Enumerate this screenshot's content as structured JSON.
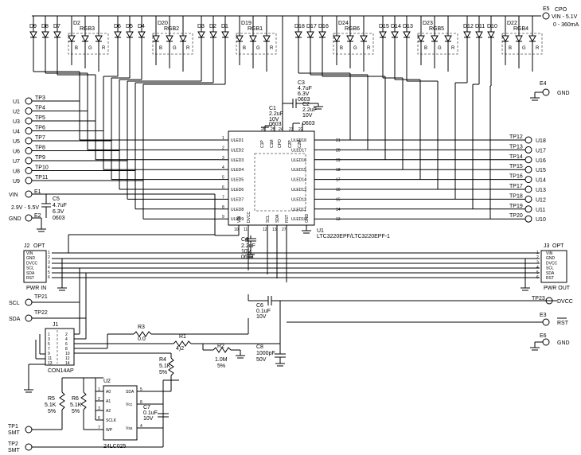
{
  "header": {
    "e5": "E5",
    "cpo": "CPO",
    "cpo_vin": "VIN - 5.1V",
    "cpo_current": "0 - 360mA",
    "e4": "E4",
    "gnd1": "GND"
  },
  "led_groups": [
    {
      "ref": "D2",
      "rgb": "RGB3",
      "leds": [
        "D9",
        "D8",
        "D7"
      ]
    },
    {
      "ref": "D20",
      "rgb": "RGB2",
      "leds": [
        "D6",
        "D5",
        "D4"
      ]
    },
    {
      "ref": "D19",
      "rgb": "RGB1",
      "leds": [
        "D3",
        "D2",
        "D1"
      ]
    },
    {
      "ref": "D24",
      "rgb": "RGB6",
      "leds": [
        "D18",
        "D17",
        "D16"
      ]
    },
    {
      "ref": "D23",
      "rgb": "RGB5",
      "leds": [
        "D15",
        "D14",
        "D13"
      ]
    },
    {
      "ref": "D22",
      "rgb": "RGB4",
      "leds": [
        "D12",
        "D11",
        "D10"
      ]
    }
  ],
  "left_tps": [
    {
      "u": "U1",
      "tp": "TP3"
    },
    {
      "u": "U2",
      "tp": "TP4"
    },
    {
      "u": "U3",
      "tp": "TP5"
    },
    {
      "u": "U4",
      "tp": "TP6"
    },
    {
      "u": "U5",
      "tp": "TP7"
    },
    {
      "u": "U6",
      "tp": "TP8"
    },
    {
      "u": "U7",
      "tp": "TP9"
    },
    {
      "u": "U8",
      "tp": "TP10"
    },
    {
      "u": "U9",
      "tp": "TP11"
    }
  ],
  "right_tps": [
    {
      "u": "U18",
      "tp": "TP12"
    },
    {
      "u": "U17",
      "tp": "TP13"
    },
    {
      "u": "U16",
      "tp": "TP14"
    },
    {
      "u": "U15",
      "tp": "TP15"
    },
    {
      "u": "U14",
      "tp": "TP16"
    },
    {
      "u": "U13",
      "tp": "TP17"
    },
    {
      "u": "U12",
      "tp": "TP18"
    },
    {
      "u": "U11",
      "tp": "TP19"
    },
    {
      "u": "U10",
      "tp": "TP20"
    }
  ],
  "ic": {
    "ref": "U1",
    "part": "LTC3220EPF/LTC3220EPF-1",
    "left_pins": [
      "ULED1",
      "ULED2",
      "ULED3",
      "ULED4",
      "ULED5",
      "ULED6",
      "ULED7",
      "ULED8",
      "ULED9"
    ],
    "left_nums": [
      "1",
      "2",
      "3",
      "4",
      "5",
      "6",
      "7",
      "8",
      "9"
    ],
    "right_pins": [
      "ULED18",
      "ULED17",
      "ULED16",
      "ULED15",
      "ULED14",
      "ULED13",
      "ULED12",
      "ULED11",
      "ULED10"
    ],
    "right_nums": [
      "21",
      "20",
      "19",
      "18",
      "17",
      "16",
      "15",
      "14",
      "13"
    ],
    "top_pins": [
      "C1P",
      "C1M",
      "CPO",
      "C2P",
      "C2M"
    ],
    "top_nums": [
      "26",
      "25",
      "24",
      "23",
      "22"
    ],
    "bottom_pins": [
      "VIN",
      "DVCC",
      "SCL",
      "SDA",
      "RST",
      "GND"
    ],
    "bottom_nums": [
      "10",
      "11",
      "12",
      "13",
      "27"
    ]
  },
  "caps": {
    "c1": {
      "ref": "C1",
      "v": "2.2uF",
      "volt": "10V",
      "size": "0603"
    },
    "c2": {
      "ref": "C2",
      "v": "2.2uF",
      "volt": "10V",
      "size": "0603"
    },
    "c3": {
      "ref": "C3",
      "v": "4.7uF",
      "volt": "6.3V",
      "size": "0603"
    },
    "c4": {
      "ref": "C4",
      "v": "2.2uF",
      "volt": "10V",
      "size": "0603"
    },
    "c5": {
      "ref": "C5",
      "v": "4.7uF",
      "volt": "6.3V",
      "size": "0603"
    },
    "c6": {
      "ref": "C6",
      "v": "0.1uF",
      "volt": "10V"
    },
    "c7": {
      "ref": "C7",
      "v": "0.1uF",
      "volt": "10V"
    },
    "c8": {
      "ref": "C8",
      "v": "1000pF",
      "volt": "50V"
    }
  },
  "power": {
    "vin": "VIN",
    "e1": "E1",
    "range": "2.9V - 5.5V",
    "gnd": "GND",
    "e2": "E2"
  },
  "j2": {
    "ref": "J2",
    "opt": "OPT",
    "pins": [
      "VIN",
      "GND",
      "DVCC",
      "SCL",
      "SDA",
      "RST"
    ],
    "nums": [
      "1",
      "2",
      "3",
      "4",
      "5",
      "6"
    ],
    "label": "PWR IN"
  },
  "j3": {
    "ref": "J3",
    "opt": "OPT",
    "pins": [
      "VIN",
      "GND",
      "DVCC",
      "SCL",
      "SDA",
      "RST"
    ],
    "nums": [
      "1",
      "2",
      "3",
      "4",
      "5",
      "6"
    ],
    "label": "PWR OUT"
  },
  "bottom_left": {
    "scl": "SCL",
    "tp21": "TP21",
    "sda": "SDA",
    "tp22": "TP22",
    "j1": "J1",
    "con": "CON14AP",
    "tp1": "TP1",
    "smt1": "SMT",
    "tp2": "TP2",
    "smt2": "SMT"
  },
  "resistors": {
    "r1": {
      "ref": "R1",
      "v": "4)2"
    },
    "r2": {
      "ref": "R2",
      "v": "1.0M",
      "tol": "5%"
    },
    "r3": {
      "ref": "R3",
      "v": "0.0"
    },
    "r4": {
      "ref": "R4",
      "v": "5.1K",
      "tol": "5%"
    },
    "r5": {
      "ref": "R5",
      "v": "5.1K",
      "tol": "5%"
    },
    "r6": {
      "ref": "R6",
      "v": "5.1K",
      "tol": "5%"
    }
  },
  "u2": {
    "ref": "U2",
    "part": "24LC025",
    "pins_left": [
      "A0",
      "A1",
      "A2",
      "SCLK",
      "WP"
    ],
    "nums_left": [
      "1",
      "2",
      "3",
      "6",
      "7"
    ],
    "pins_right": [
      "SDA",
      "Vcc",
      "Vss"
    ],
    "nums_right": [
      "5",
      "8",
      "4"
    ]
  },
  "right_bottom": {
    "tp23": "TP23",
    "dvcc": "DVCC",
    "e3": "E3",
    "rst": "RST",
    "e6": "E6",
    "gnd": "GND"
  },
  "bgr": [
    "B",
    "G",
    "R"
  ]
}
